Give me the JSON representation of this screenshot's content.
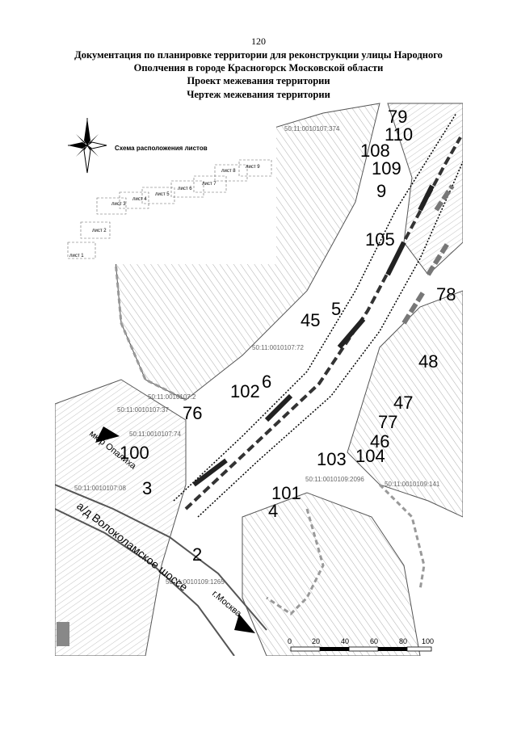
{
  "page_number": "120",
  "title_line1": "Документация по планировке территории для реконструкции улицы Народного",
  "title_line2": "Ополчения в городе Красногорск Московской области",
  "subtitle1": "Проект межевания территории",
  "subtitle2": "Чертеж межевания территории",
  "layout_scheme": {
    "title": "Схема расположения листов",
    "sheets": [
      "лист 1",
      "лист 2",
      "лист 3",
      "лист 4",
      "лист 5",
      "лист 6",
      "лист 7",
      "лист 8",
      "лист 9"
    ]
  },
  "map": {
    "cadastral_labels": [
      "50:11:0010107:374",
      "50:11:0010107:72",
      "50:11:0010107:2",
      "50:11:0010107:37",
      "50:11:0010107:74",
      "50:11:0010107:08",
      "50:11:0010109:2096",
      "50:11:0010109:141",
      "50:11:0010109:1265"
    ],
    "parcel_numbers": [
      "79",
      "110",
      "108",
      "109",
      "9",
      "105",
      "78",
      "45",
      "5",
      "48",
      "102",
      "6",
      "47",
      "76",
      "77",
      "46",
      "100",
      "103",
      "104",
      "3",
      "101",
      "4",
      "2"
    ],
    "street_labels": {
      "microdistrict": "мк-р Опалиха",
      "highway": "а/д Волоколамское шоссе",
      "direction": "г.Москва"
    }
  },
  "scale_bar": {
    "ticks": [
      "0",
      "20",
      "40",
      "60",
      "80",
      "100"
    ]
  }
}
